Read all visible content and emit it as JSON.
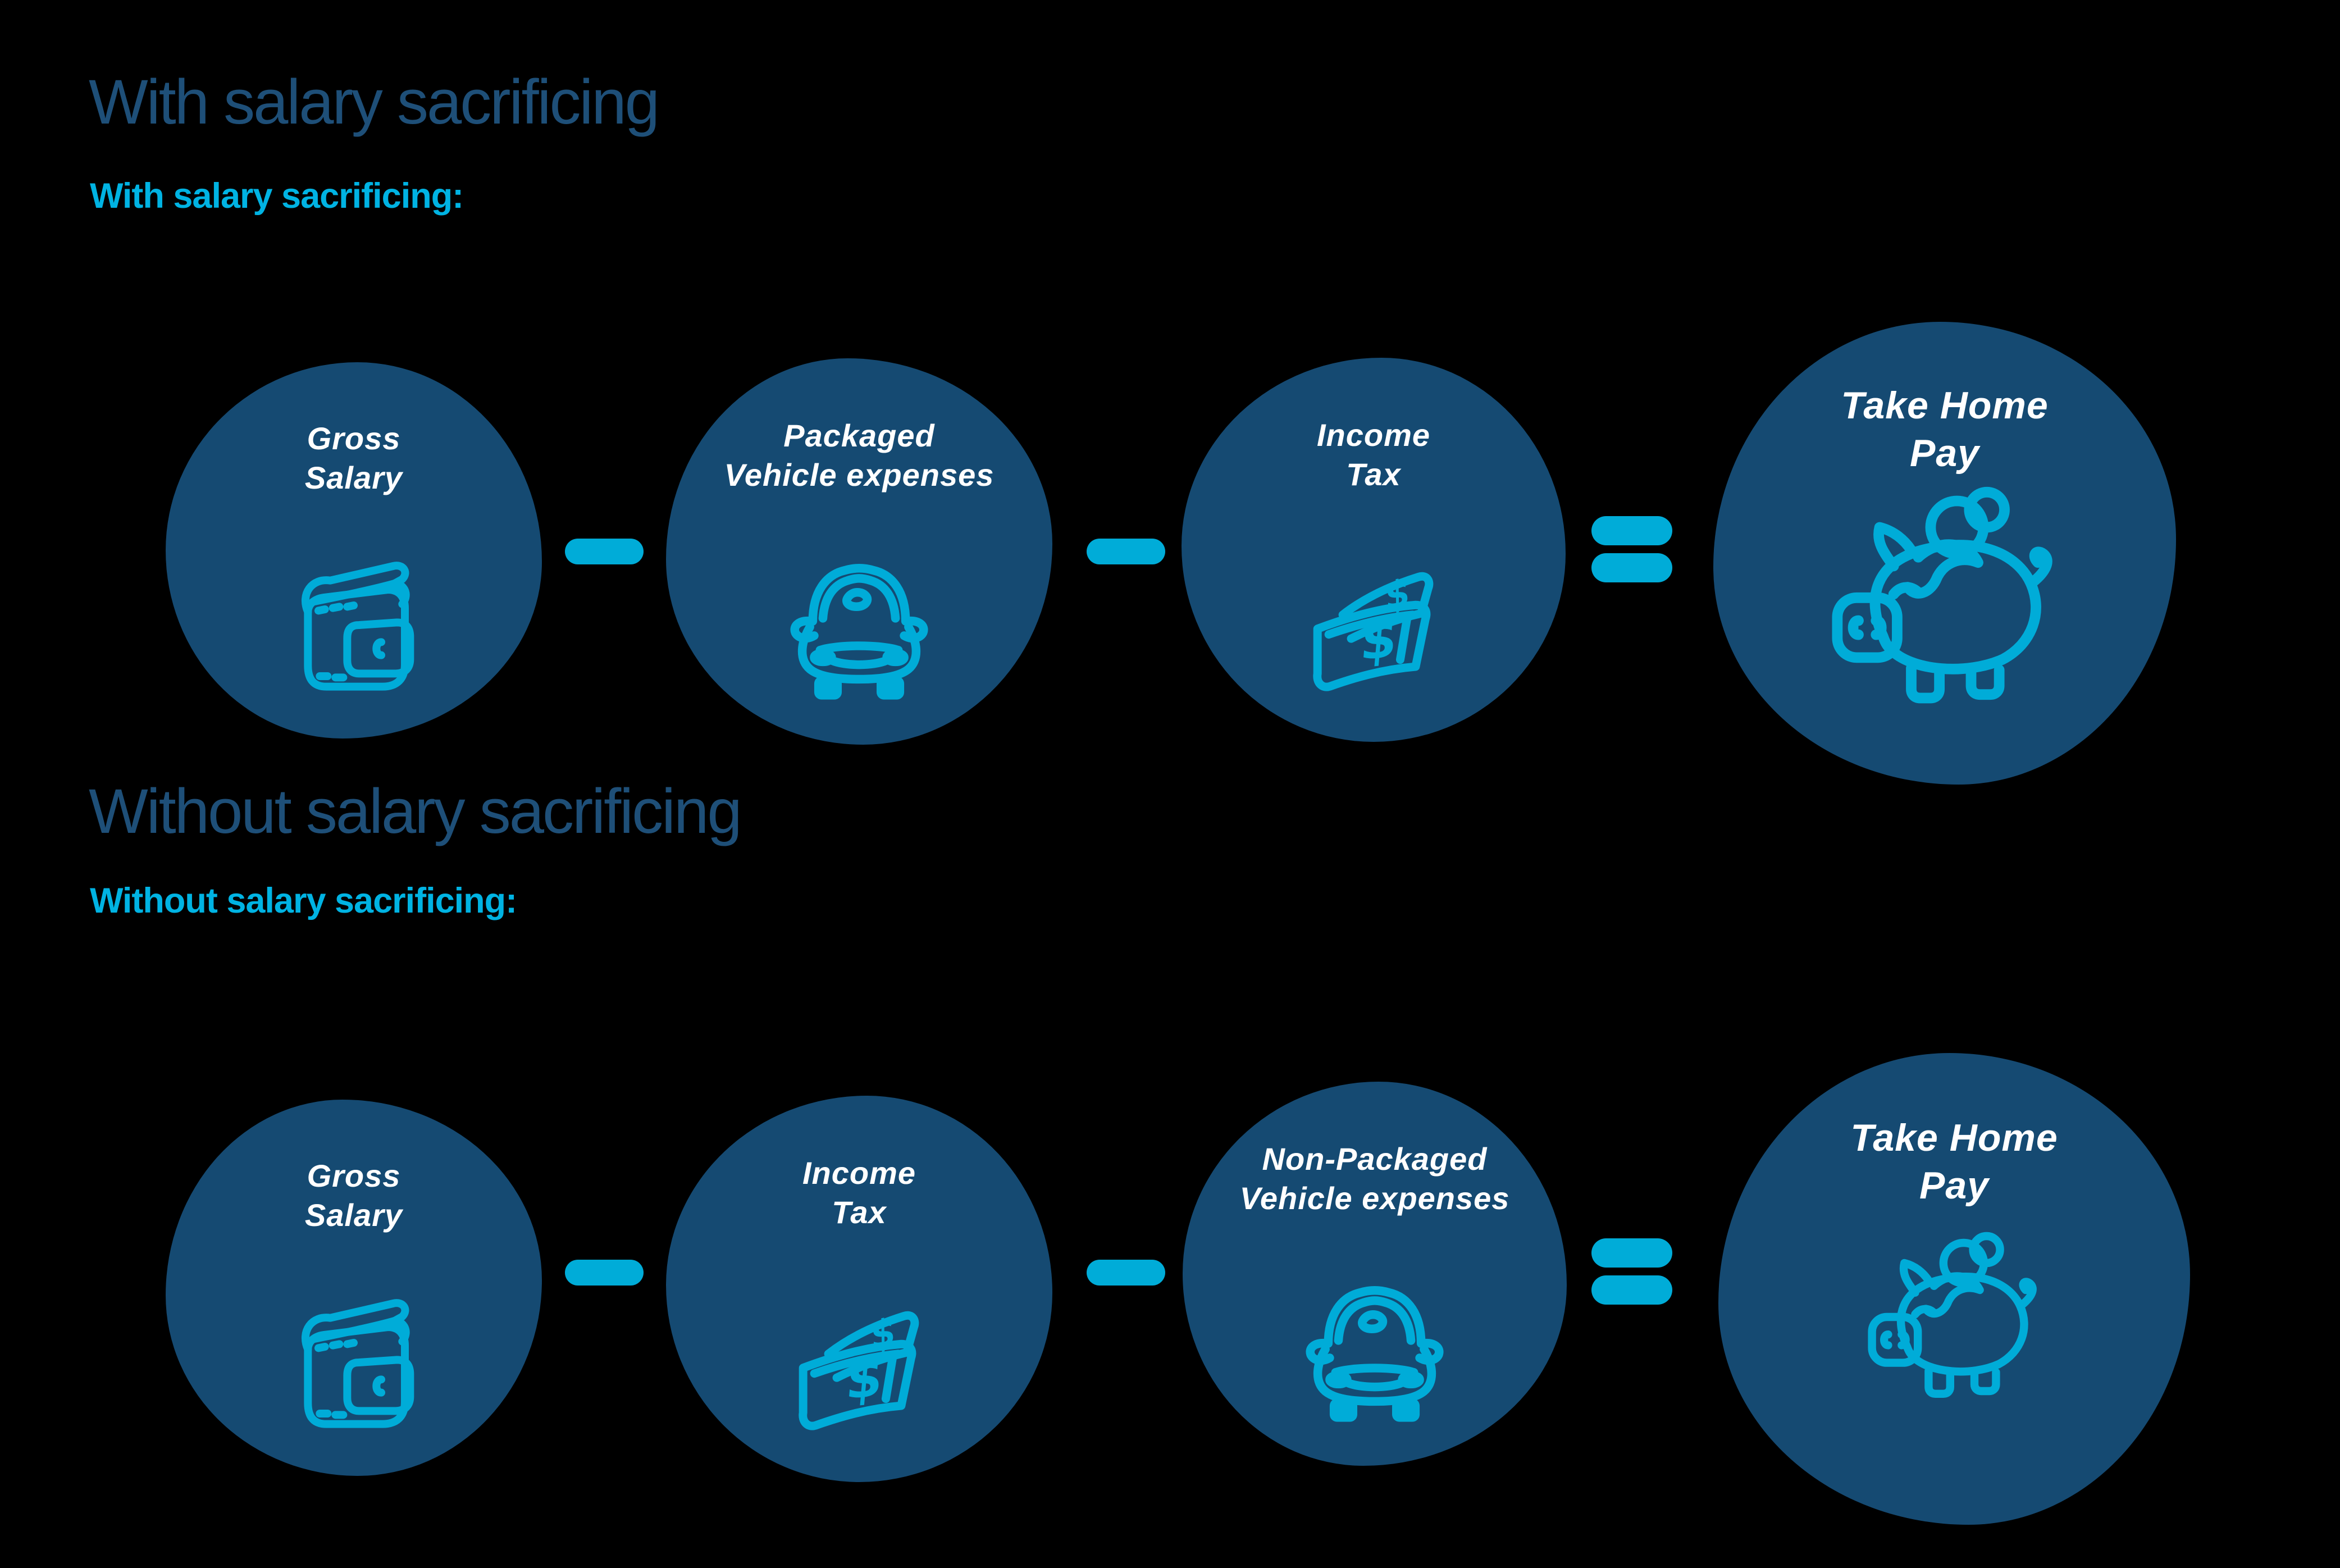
{
  "colors": {
    "bg": "#000000",
    "heading": "#1E4F78",
    "subtitle": "#00B3E3",
    "circle": "#154A72",
    "accent": "#00ACD8",
    "label": "#FFFFFF"
  },
  "icons": {
    "money_symbol": "$"
  },
  "sections": [
    {
      "heading": "With salary sacrificing",
      "subtitle": "With salary sacrificing:",
      "circles": [
        {
          "line1": "Gross",
          "line2": "Salary",
          "icon": "wallet"
        },
        {
          "line1": "Packaged",
          "line2": "Vehicle expenses",
          "icon": "car"
        },
        {
          "line1": "Income",
          "line2": "Tax",
          "icon": "money-bills"
        },
        {
          "line1": "Take Home",
          "line2": "Pay",
          "icon": "piggy-bank"
        }
      ],
      "operators": [
        "minus",
        "minus",
        "equals"
      ]
    },
    {
      "heading": "Without salary sacrificing",
      "subtitle": "Without salary sacrificing:",
      "circles": [
        {
          "line1": "Gross",
          "line2": "Salary",
          "icon": "wallet"
        },
        {
          "line1": "Income",
          "line2": "Tax",
          "icon": "money-bills"
        },
        {
          "line1": "Non-Packaged",
          "line2": "Vehicle expenses",
          "icon": "car"
        },
        {
          "line1": "Take Home",
          "line2": "Pay",
          "icon": "piggy-bank"
        }
      ],
      "operators": [
        "minus",
        "minus",
        "equals"
      ]
    }
  ]
}
